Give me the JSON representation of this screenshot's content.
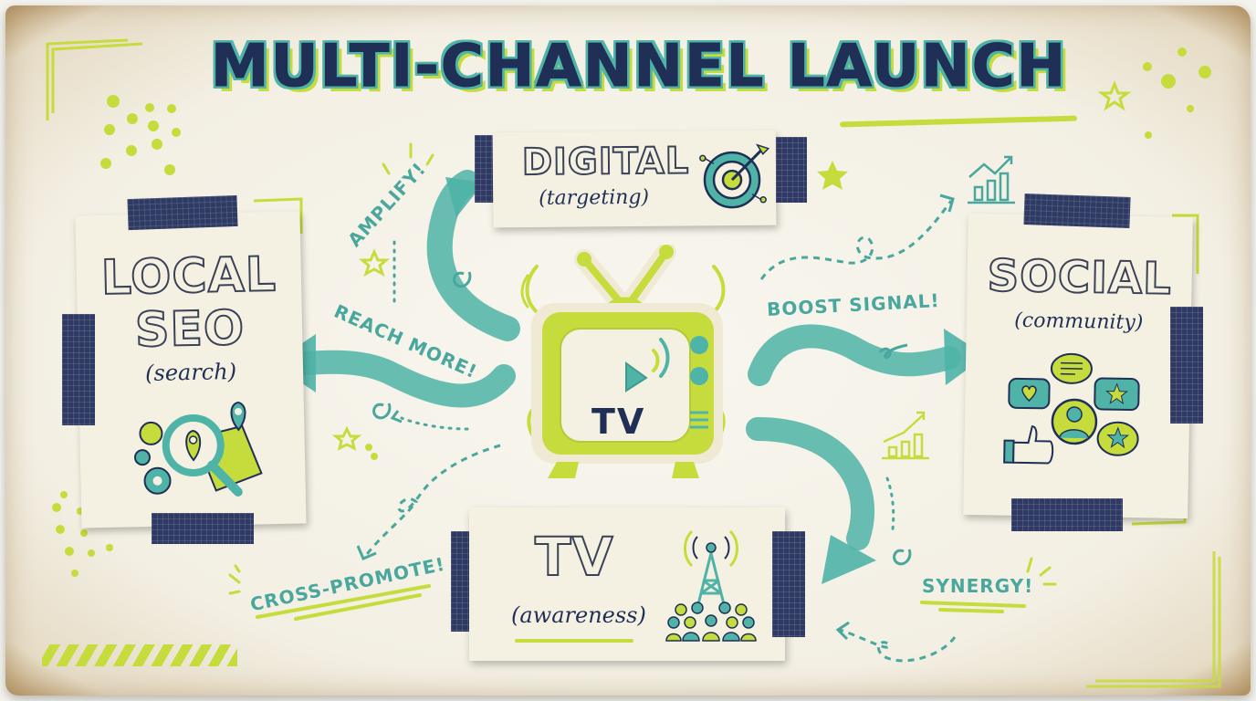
{
  "title": "MULTI-CHANNEL LAUNCH",
  "center": {
    "label": "TV",
    "icon": "retro-tv-icon"
  },
  "channels": {
    "digital": {
      "title": "DIGITAL",
      "subtitle": "(targeting)",
      "icon": "target-arrow-icon"
    },
    "local_seo": {
      "title_line1": "LOCAL",
      "title_line2": "SEO",
      "subtitle": "(search)",
      "icon": "magnifier-map-pin-icon"
    },
    "social": {
      "title": "SOCIAL",
      "subtitle": "(community)",
      "icon": "chat-bubbles-icon"
    },
    "tv": {
      "title": "TV",
      "subtitle": "(awareness)",
      "icon": "broadcast-tower-audience-icon"
    }
  },
  "annotations": {
    "amplify": "AMPLIFY!",
    "reach_more": "REACH MORE!",
    "boost_signal": "BOOST SIGNAL!",
    "cross_promote": "CROSS-PROMOTE!",
    "synergy": "SYNERGY!"
  },
  "colors": {
    "navy": "#1f2f56",
    "teal": "#4fb3a7",
    "lime": "#c6dc3c",
    "paper": "#f5f1e2",
    "tape": "#2e3a63"
  }
}
